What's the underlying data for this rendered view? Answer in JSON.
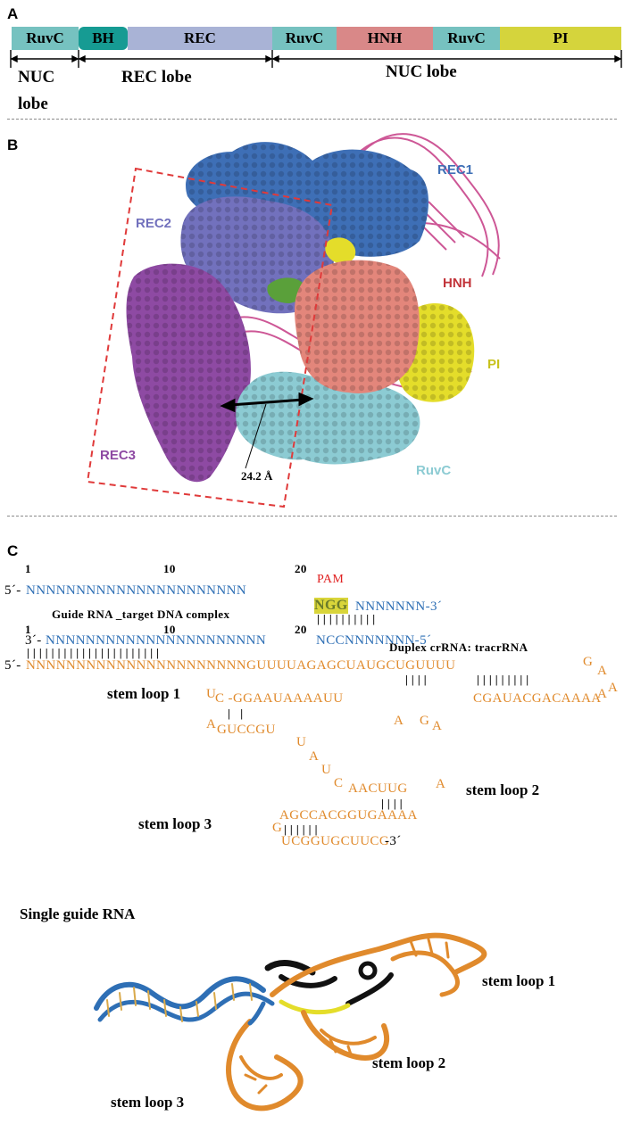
{
  "panel_a": {
    "letter": "A",
    "domains": [
      {
        "label": "RuvC",
        "color": "#76c2c0"
      },
      {
        "label": "BH",
        "color": "#169b93"
      },
      {
        "label": "REC",
        "color": "#a9b3d6"
      },
      {
        "label": "RuvC",
        "color": "#76c2c0"
      },
      {
        "label": "HNH",
        "color": "#d98888"
      },
      {
        "label": "RuvC",
        "color": "#76c2c0"
      },
      {
        "label": "PI",
        "color": "#d5d43c"
      }
    ],
    "lobes": {
      "nuc_left_1": "NUC",
      "nuc_left_2": "lobe",
      "rec": "REC lobe",
      "nuc_right": "NUC lobe"
    }
  },
  "panel_b": {
    "letter": "B",
    "labels": {
      "rec1": "REC1",
      "rec2": "REC2",
      "hnh": "HNH",
      "pi": "PI",
      "rec3": "REC3",
      "ruvc": "RuvC",
      "distance": "24.2 Å"
    },
    "colors": {
      "rec1": "#3e6fb6",
      "rec2": "#7271bd",
      "rec3": "#8e4aa3",
      "hnh": "#e3867b",
      "pi": "#e4dd2a",
      "ruvc": "#8ccbd3",
      "bh": "#5aa03a",
      "dna": "#c53a84"
    }
  },
  "panel_c": {
    "letter": "C",
    "numbers": {
      "n1": "1",
      "n10": "10",
      "n20": "20",
      "n1b": "1",
      "n10b": "10",
      "n20b": "20"
    },
    "pam": "PAM",
    "dna_top_prefix": "5´-",
    "dna_top_seq": "NNNNNNNNNNNNNNNNNNNNNN",
    "guide_title": "Guide RNA _target DNA complex",
    "ngg": "NGG",
    "after_ngg": "NNNNNNN-3´",
    "ngg_bars": "| | | | | | | | | |",
    "dna_bottom_prefix": "3´-",
    "dna_bottom_seq": "NNNNNNNNNNNNNNNNNNNNNN",
    "dna_bottom_tail": "NCCNNNNNNN-5´",
    "pair_bars": "| | | | | | | | | | | | | | | | | | | | | |",
    "duplex_title": "Duplex crRNA: tracrRNA",
    "rna_prefix": "5´-",
    "rna_seq": "NNNNNNNNNNNNNNNNNNNNNNGUUUUAGAGCUAUGCUGUUUU",
    "rna_ga_g": "G",
    "rna_ga_a": "A",
    "sl1_bars_a": "| | | |",
    "sl1_bars_b": "| | | | | | | | |",
    "sl1_line": "C -GGAAUAAAAUU",
    "sl1_right": "CGAUACGACAAAA",
    "sl1_u": "U",
    "sl1_a_tail": "A",
    "sl1_a_tail2": "A",
    "stem_loop_1": "stem loop 1",
    "sl1_bars_c": "|   |",
    "sl1_gucc": "GUCCGU",
    "sl1_a": "A",
    "gaa_g": "G",
    "gaa_a1": "A",
    "gaa_a2": "A",
    "diag_u1": "U",
    "diag_a": "A",
    "diag_u2": "U",
    "diag_c": "C",
    "aacuug": "AACUUG",
    "aacuug_a": "A",
    "sl2_bars": "| | | |",
    "stem_loop_2": "stem loop 2",
    "agcc": "AGCCACGGUGAAAA",
    "sl3_bars": "| | | | | |",
    "stem_loop_3": "stem loop 3",
    "sl3_g": "G",
    "sl3_bottom": "UCGGUGCUUCG",
    "sl3_bottom_tail": "-3´",
    "single_guide": "Single guide RNA",
    "model_sl1": "stem loop 1",
    "model_sl2": "stem loop 2",
    "model_sl3": "stem loop 3"
  }
}
